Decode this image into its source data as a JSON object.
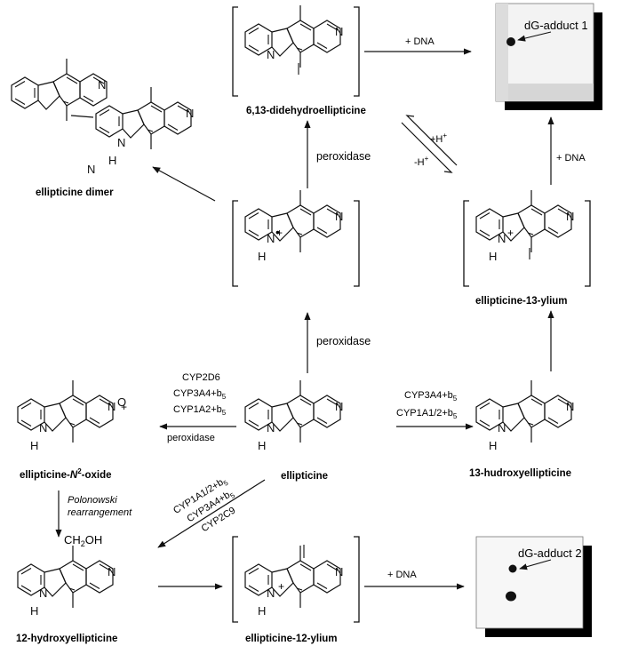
{
  "compounds": {
    "dimer": "ellipticine dimer",
    "didehydro": "6,13-didehydroellipticine",
    "ylium13": "ellipticine-13-ylium",
    "ellipticine": "ellipticine",
    "noxide_pre": "ellipticine-",
    "noxide_n": "N",
    "noxide_sup": "2",
    "noxide_post": "-oxide",
    "hydroxy13": "13-hudroxyellipticine",
    "hydroxy12": "12-hydroxyellipticine",
    "ylium12": "ellipticine-12-ylium"
  },
  "enzymes": {
    "peroxidase": "peroxidase",
    "plus_dna": "+ DNA",
    "plus_h": "+H",
    "minus_h": "-H",
    "plus_sup": "+",
    "cyp2d6": "CYP2D6",
    "cyp3a4": "CYP3A4+b",
    "cyp1a2": "CYP1A2+b",
    "cyp1a12": "CYP1A1/2+b",
    "cyp2c9": "CYP2C9",
    "sub5": "5",
    "polonowski": "Polonowski",
    "rearrangement": "rearrangement"
  },
  "atoms": {
    "n": "N",
    "h": "H",
    "o": "O",
    "ch2oh_pre": "CH",
    "ch2oh_sub": "2",
    "ch2oh_post": "OH",
    "radical": "•",
    "plus": "+"
  },
  "adducts": {
    "adduct1": "dG-adduct 1",
    "adduct2": "dG-adduct 2"
  }
}
